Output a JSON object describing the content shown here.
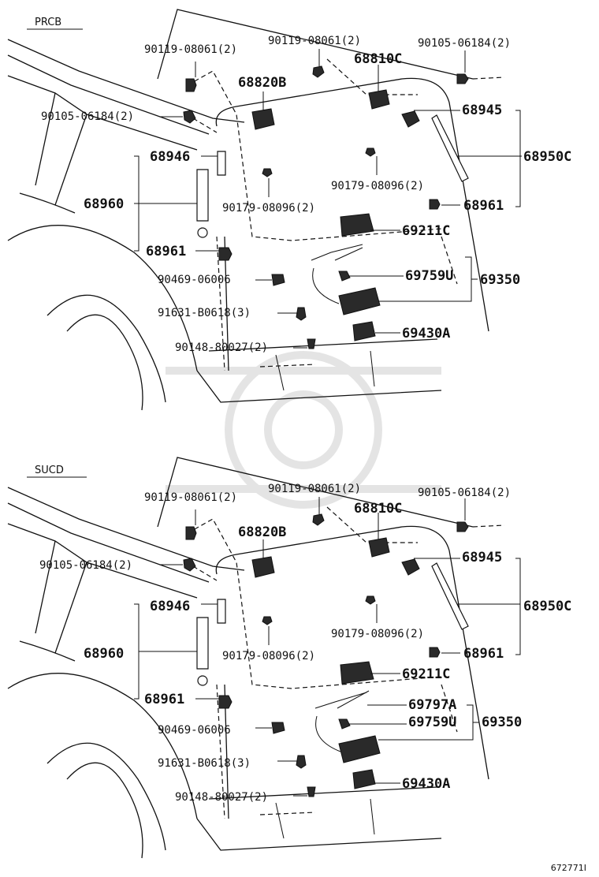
{
  "sections": [
    {
      "label": "PRCB",
      "callouts": [
        {
          "text": "90119-08061(2)"
        },
        {
          "text": "90119-08061(2)"
        },
        {
          "text": "90105-06184(2)"
        },
        {
          "text": "68810C"
        },
        {
          "text": "68820B"
        },
        {
          "text": "90105-06184(2)"
        },
        {
          "text": "68945"
        },
        {
          "text": "68950C"
        },
        {
          "text": "68946"
        },
        {
          "text": "90179-08096(2)"
        },
        {
          "text": "68960"
        },
        {
          "text": "90179-08096(2)"
        },
        {
          "text": "68961"
        },
        {
          "text": "69211C"
        },
        {
          "text": "68961"
        },
        {
          "text": "90469-06006"
        },
        {
          "text": "69759U"
        },
        {
          "text": "69350"
        },
        {
          "text": "91631-B0618(3)"
        },
        {
          "text": "90148-80027(2)"
        },
        {
          "text": "69430A"
        }
      ]
    },
    {
      "label": "SUCD",
      "callouts": [
        {
          "text": "90119-08061(2)"
        },
        {
          "text": "90119-08061(2)"
        },
        {
          "text": "90105-06184(2)"
        },
        {
          "text": "68810C"
        },
        {
          "text": "68820B"
        },
        {
          "text": "90105-06184(2)"
        },
        {
          "text": "68945"
        },
        {
          "text": "68950C"
        },
        {
          "text": "68946"
        },
        {
          "text": "90179-08096(2)"
        },
        {
          "text": "68960"
        },
        {
          "text": "90179-08096(2)"
        },
        {
          "text": "68961"
        },
        {
          "text": "69211C"
        },
        {
          "text": "68961"
        },
        {
          "text": "69797A"
        },
        {
          "text": "90469-06006"
        },
        {
          "text": "69759U"
        },
        {
          "text": "69350"
        },
        {
          "text": "91631-B0618(3)"
        },
        {
          "text": "90148-80027(2)"
        },
        {
          "text": "69430A"
        }
      ]
    }
  ],
  "figure_id": "672771I"
}
